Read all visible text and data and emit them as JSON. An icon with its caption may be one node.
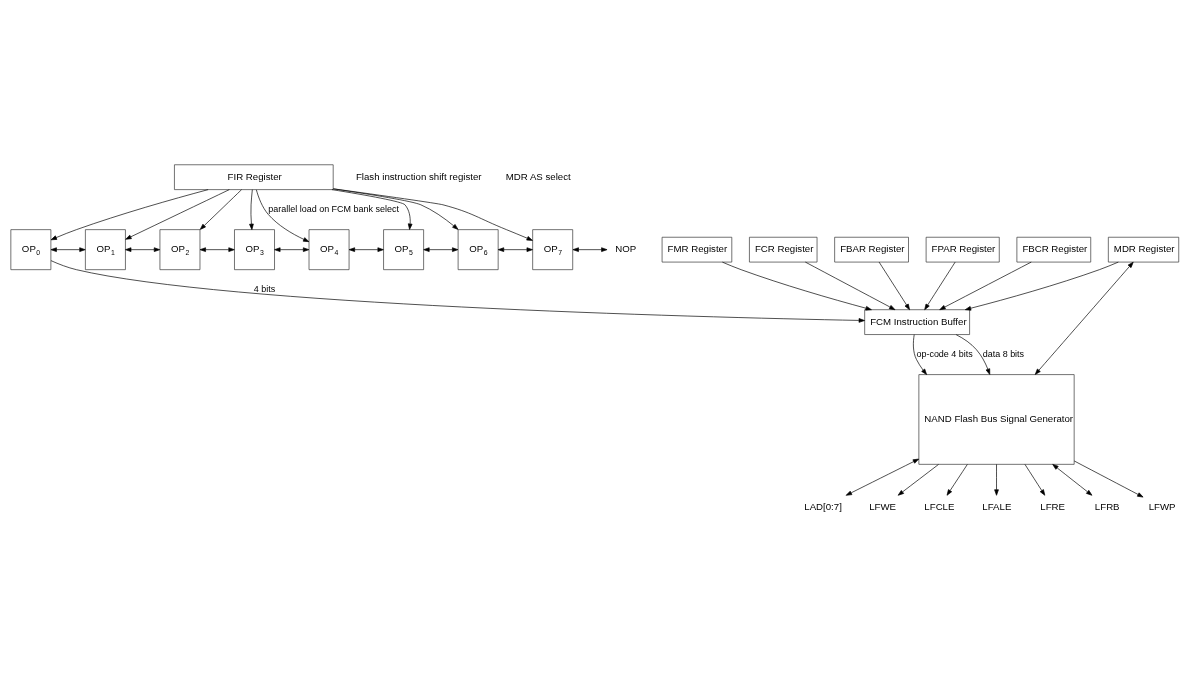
{
  "diagram": {
    "nodes": [
      {
        "text": [
          "FIR Register"
        ]
      },
      {
        "text": [
          "OP$_{0}$"
        ]
      },
      {
        "text": [
          "OP$_{1}$"
        ]
      },
      {
        "text": [
          "OP$_{2}$"
        ]
      },
      {
        "text": [
          "OP$_{3}$"
        ]
      },
      {
        "text": [
          "OP$_{4}$"
        ]
      },
      {
        "text": [
          "OP$_{5}$"
        ]
      },
      {
        "text": [
          "OP$_{6}$"
        ]
      },
      {
        "text": [
          "OP$_{7}$"
        ]
      },
      {
        "text": [
          "NOP"
        ]
      },
      {
        "text": [
          "FCM Instruction Buffer"
        ]
      },
      {
        "text": [
          "FMR Register"
        ]
      },
      {
        "text": [
          "FCR Register"
        ]
      },
      {
        "text": [
          "FBAR Register"
        ]
      },
      {
        "text": [
          "FPAR Register"
        ]
      },
      {
        "text": [
          "FBCR Register"
        ]
      },
      {
        "text": [
          "MDR Register"
        ]
      },
      {
        "text": [
          "NAND Flash Bus Signal Generator"
        ]
      },
      {
        "text": [
          "LAD[0:7]"
        ]
      },
      {
        "text": [
          "LFWE"
        ]
      },
      {
        "text": [
          "LFCLE"
        ]
      },
      {
        "text": [
          "LFALE"
        ]
      },
      {
        "text": [
          "LFRE"
        ]
      },
      {
        "text": [
          "LFRB"
        ]
      },
      {
        "text": [
          "LFWP"
        ]
      }
    ],
    "edges": [
      {
        "from": 0,
        "to": 1,
        "arrow": "to"
      },
      {
        "from": 0,
        "to": 2,
        "arrow": "to"
      },
      {
        "from": 0,
        "to": 3,
        "arrow": "to"
      },
      {
        "from": 0,
        "to": 4,
        "arrow": "to"
      },
      {
        "from": 0,
        "to": 5,
        "arrow": "to",
        "label": "parallel load on FCM bank select"
      },
      {
        "from": 0,
        "to": 6,
        "arrow": "to"
      },
      {
        "from": 0,
        "to": 7,
        "arrow": "to"
      },
      {
        "from": 0,
        "to": 8,
        "arrow": "to"
      },
      {
        "from": 1,
        "to": 2,
        "arrow": "both"
      },
      {
        "from": 2,
        "to": 3,
        "arrow": "both"
      },
      {
        "from": 3,
        "to": 4,
        "arrow": "both"
      },
      {
        "from": 4,
        "to": 5,
        "arrow": "both"
      },
      {
        "from": 5,
        "to": 6,
        "arrow": "both"
      },
      {
        "from": 6,
        "to": 7,
        "arrow": "both"
      },
      {
        "from": 7,
        "to": 8,
        "arrow": "both"
      },
      {
        "from": 8,
        "to": 9,
        "arrow": "both"
      },
      {
        "from": 1,
        "to": 10,
        "arrow": "to",
        "label": "4 bits"
      },
      {
        "from": 11,
        "to": 10,
        "arrow": "to"
      },
      {
        "from": 12,
        "to": 10,
        "arrow": "to"
      },
      {
        "from": 13,
        "to": 10,
        "arrow": "to"
      },
      {
        "from": 14,
        "to": 10,
        "arrow": "to"
      },
      {
        "from": 15,
        "to": 10,
        "arrow": "to"
      },
      {
        "from": 16,
        "to": 10,
        "arrow": "to"
      },
      {
        "from": 10,
        "to": 17,
        "arrow": "to",
        "label": "op-code 4 bits"
      },
      {
        "from": 10,
        "to": 17,
        "arrow": "to",
        "label": "data 8 bits"
      },
      {
        "from": 16,
        "to": 17,
        "arrow": "both"
      },
      {
        "from": 17,
        "to": 18,
        "arrow": "both"
      },
      {
        "from": 17,
        "to": 19,
        "arrow": "to"
      },
      {
        "from": 17,
        "to": 20,
        "arrow": "to"
      },
      {
        "from": 17,
        "to": 21,
        "arrow": "to"
      },
      {
        "from": 17,
        "to": 22,
        "arrow": "to"
      },
      {
        "from": 17,
        "to": 23,
        "arrow": "both"
      },
      {
        "from": 17,
        "to": 24,
        "arrow": "to"
      }
    ],
    "labels": [
      "Flash instruction shift register",
      "MDR AS select"
    ]
  }
}
